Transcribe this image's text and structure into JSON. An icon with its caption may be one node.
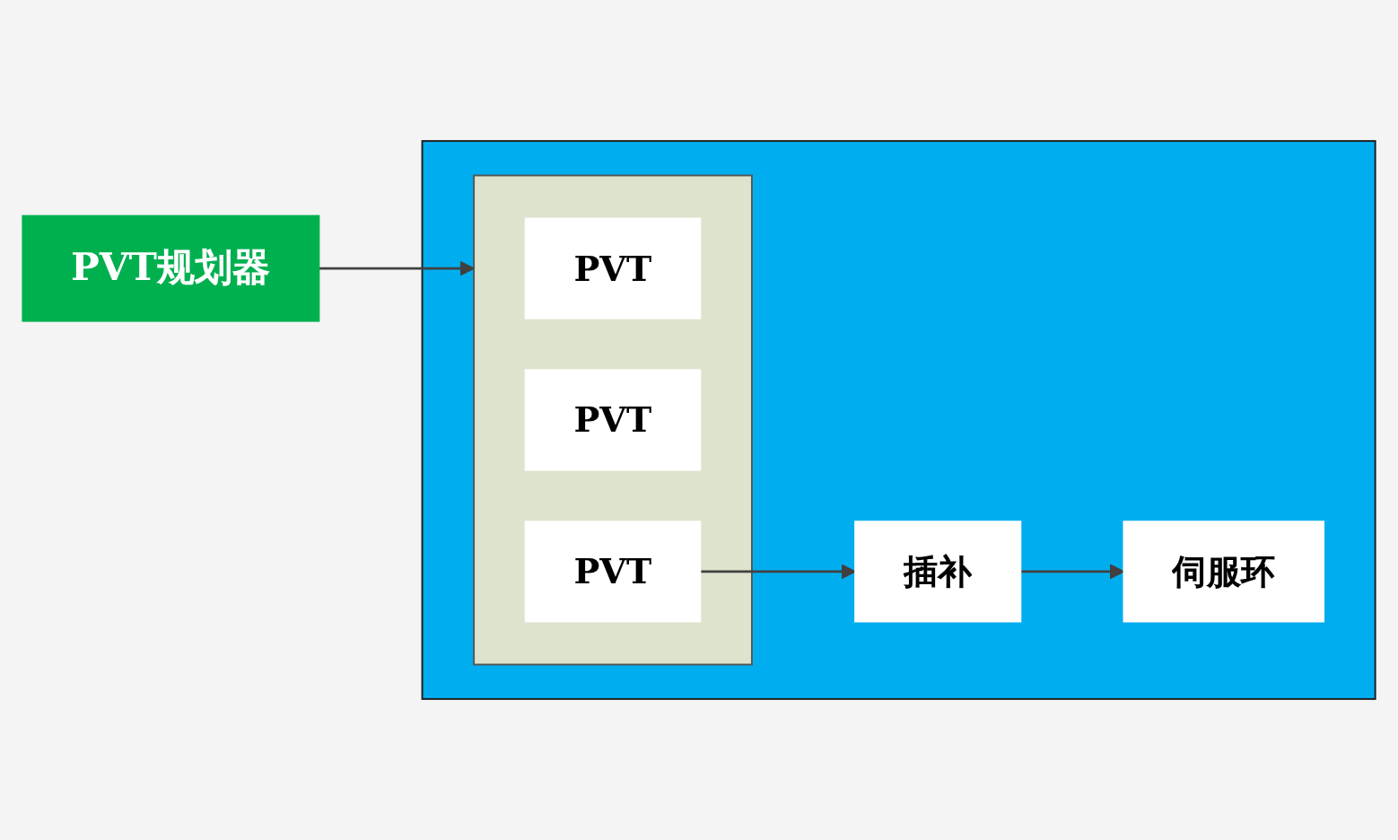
{
  "diagram": {
    "nodes": [
      {
        "text": [
          "PVT规划器"
        ]
      },
      {
        "text": [],
        "shape": "box"
      },
      {
        "text": [],
        "shape": "box",
        "in": 1
      },
      {
        "text": [
          "PVT"
        ],
        "in": 2
      },
      {
        "text": [
          "PVT"
        ],
        "in": 2
      },
      {
        "text": [
          "PVT"
        ],
        "in": 2
      },
      {
        "text": [
          "插补"
        ],
        "in": 1
      },
      {
        "text": [
          "伺服环"
        ],
        "in": 1
      }
    ],
    "edges": [
      {
        "from": 0,
        "to": 2,
        "arrow": "to"
      },
      {
        "from": 5,
        "to": 6,
        "arrow": "to"
      },
      {
        "from": 6,
        "to": 7,
        "arrow": "to"
      }
    ]
  }
}
